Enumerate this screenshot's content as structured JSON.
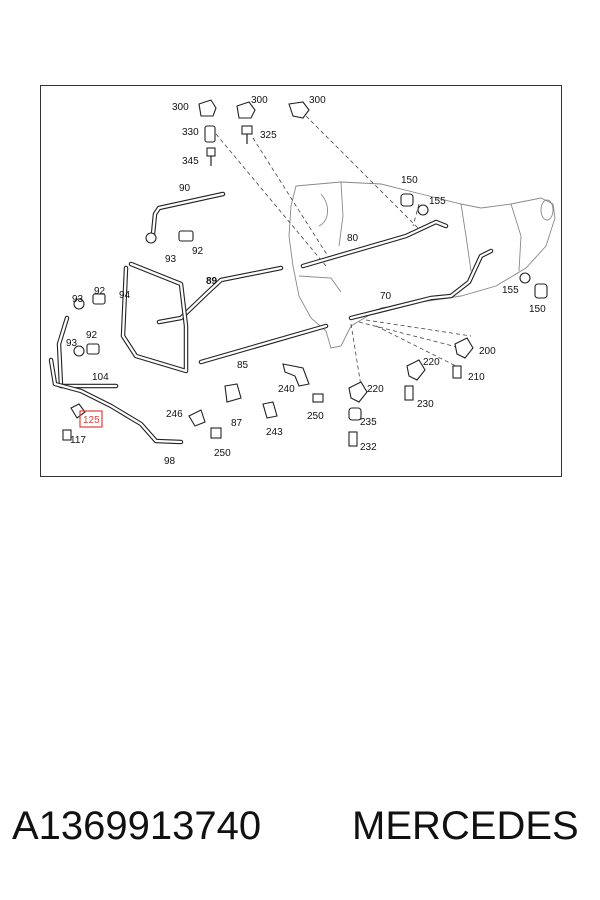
{
  "diagram": {
    "labels": {
      "c300a": "300",
      "c300b": "300",
      "c300c": "300",
      "c330": "330",
      "c325": "325",
      "c345": "345",
      "c90": "90",
      "c93a": "93",
      "c92a": "92",
      "c150a": "150",
      "c155a": "155",
      "c80": "80",
      "c89": "89",
      "c94": "94",
      "c93b": "93",
      "c92b": "92",
      "c93c": "93",
      "c92c": "92",
      "c70": "70",
      "c155b": "155",
      "c150b": "150",
      "c200": "200",
      "c220a": "220",
      "c210": "210",
      "c85": "85",
      "c104": "104",
      "c240": "240",
      "c220b": "220",
      "c230": "230",
      "c250a": "250",
      "c235": "235",
      "c232": "232",
      "c246": "246",
      "c87": "87",
      "c243": "243",
      "c250b": "250",
      "c125": "125",
      "c117": "117",
      "c98": "98"
    },
    "highlight_color": "#e0403a"
  },
  "footer": {
    "part_number": "A1369913740",
    "brand": "MERCEDES"
  }
}
